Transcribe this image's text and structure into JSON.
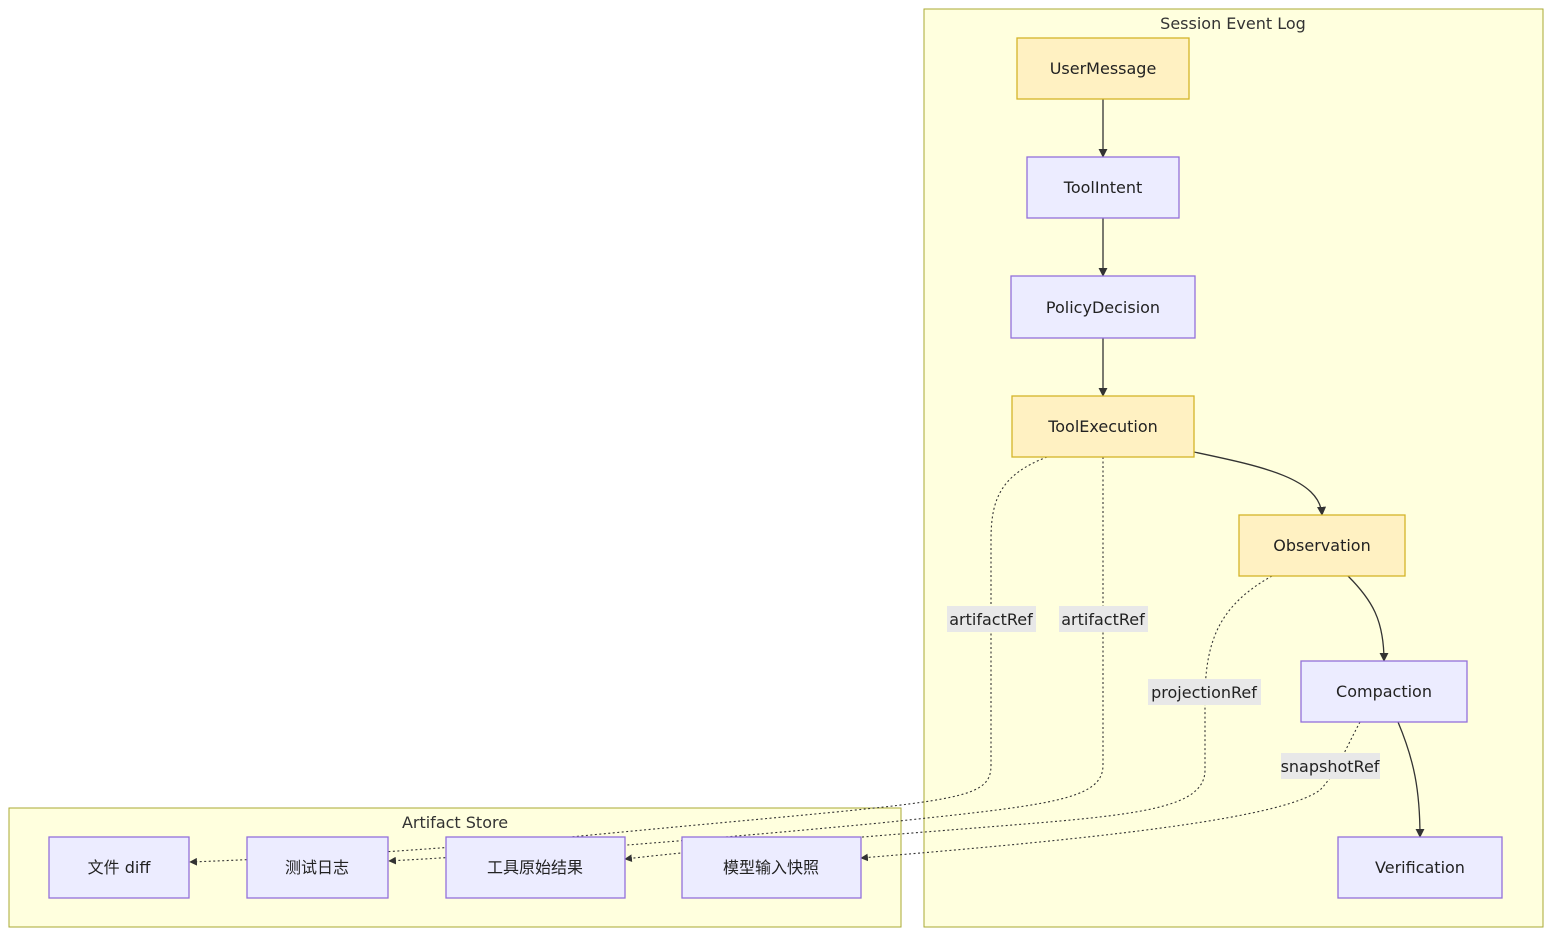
{
  "clusters": {
    "session": {
      "title": "Session Event Log"
    },
    "artifact": {
      "title": "Artifact Store"
    }
  },
  "nodes": {
    "user_message": {
      "label": "UserMessage"
    },
    "tool_intent": {
      "label": "ToolIntent"
    },
    "policy_decision": {
      "label": "PolicyDecision"
    },
    "tool_execution": {
      "label": "ToolExecution"
    },
    "observation": {
      "label": "Observation"
    },
    "compaction": {
      "label": "Compaction"
    },
    "verification": {
      "label": "Verification"
    },
    "file_diff": {
      "label": "文件 diff"
    },
    "test_log": {
      "label": "测试日志"
    },
    "tool_raw": {
      "label": "工具原始结果"
    },
    "model_snapshot": {
      "label": "模型输入快照"
    }
  },
  "edge_labels": {
    "exec_to_filediff": "artifactRef",
    "exec_to_testlog": "artifactRef",
    "obs_to_toolraw": "projectionRef",
    "compaction_to_snapshot": "snapshotRef"
  },
  "colors": {
    "cluster_fill": "#ffffde",
    "cluster_stroke": "#aaaa33",
    "default_fill": "#ececff",
    "default_stroke": "#9370db",
    "event_fill": "#fff1c2",
    "event_stroke": "#d4b428",
    "edge": "#333333"
  }
}
